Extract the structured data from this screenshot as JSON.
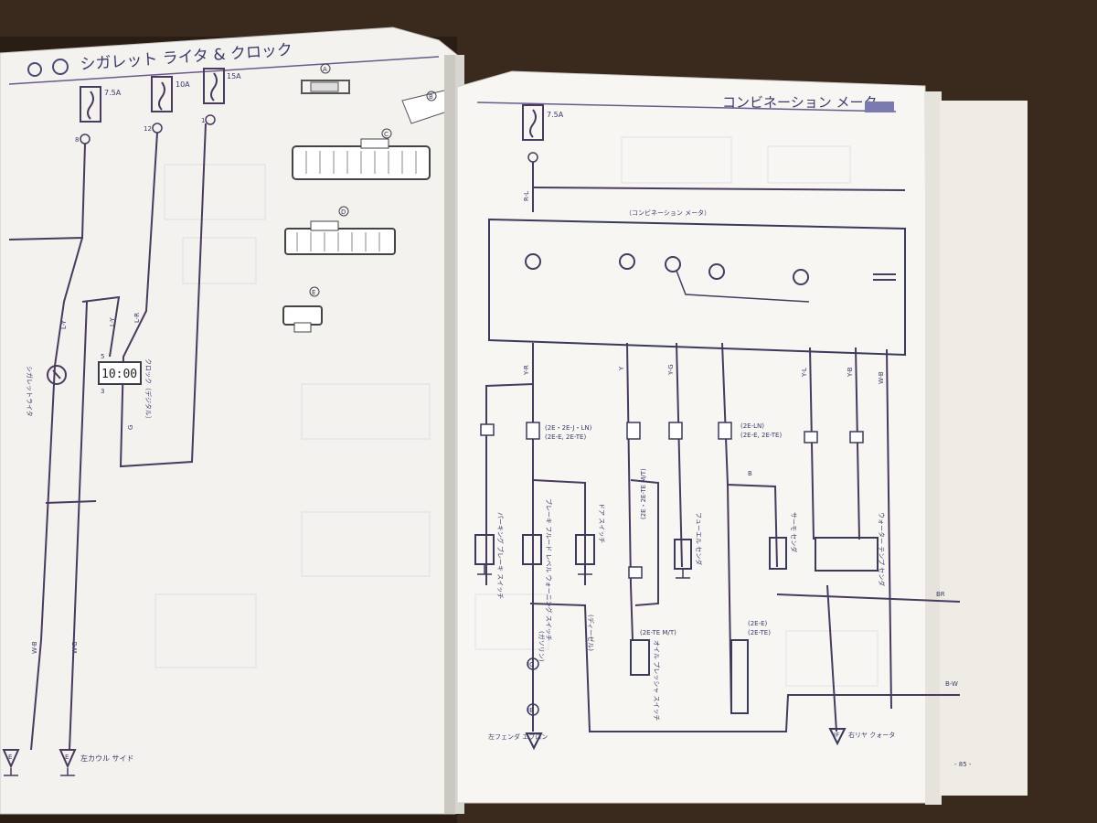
{
  "left_page": {
    "title": "シガレット ライタ & クロック",
    "fuses": [
      "7.5A",
      "10A",
      "15A"
    ],
    "connectors": [
      "A",
      "B",
      "C",
      "D",
      "E"
    ],
    "clock_display": "10:00",
    "clock_label": "クロック（デジタル）",
    "lighter_label": "シガレットライタ",
    "wires": [
      "L-Y",
      "L-Y",
      "L-R",
      "G",
      "W-B",
      "W-B"
    ],
    "ground_label": "左カウル サイド",
    "grounds": [
      "E",
      "E"
    ],
    "pin_numbers": [
      "8",
      "12",
      "1",
      "5",
      "3"
    ]
  },
  "right_page": {
    "title": "コンビネーション メータ",
    "fuse": "7.5A",
    "meter_label": "（コンビネーション メータ）",
    "components": [
      {
        "id": "B",
        "label": "パーキング ブレーキ スイッチ"
      },
      {
        "id": "E",
        "label": "ブレーキ フルード レベル ウォーニング スイッチ"
      },
      {
        "id": "G",
        "label": "ドア スイッチ"
      },
      {
        "id": "I",
        "label": "フューエル センダ"
      },
      {
        "id": "L",
        "label": "サーモ センダ"
      },
      {
        "id": "K",
        "label": "ウォーター テンプ センダ"
      }
    ],
    "variants": [
      "(2E・2E-J・LN)",
      "(2E-E, 2E-TE)",
      "(2E-LN)",
      "(2E-E, 2E-TE)",
      "(2E・2E-TE M/T)",
      "(2E-E)",
      "(2E-TE)",
      "(2E-TE M/T)"
    ],
    "diesel_note": "(ディーゼル)",
    "gasoline_note": "(ガソリン)",
    "oil_switch": "オイル プレッシャ スイッチ",
    "wires": [
      "R-L",
      "Y-R",
      "Y",
      "Y-G",
      "B",
      "Y-L",
      "Y-B",
      "W-B",
      "BR",
      "B-W"
    ],
    "ground_labels": [
      "左フェンダ エプロン",
      "右リヤ クォータ"
    ],
    "grounds": [
      "IC",
      "IE",
      "IF"
    ],
    "page_number": "- 85 -"
  }
}
